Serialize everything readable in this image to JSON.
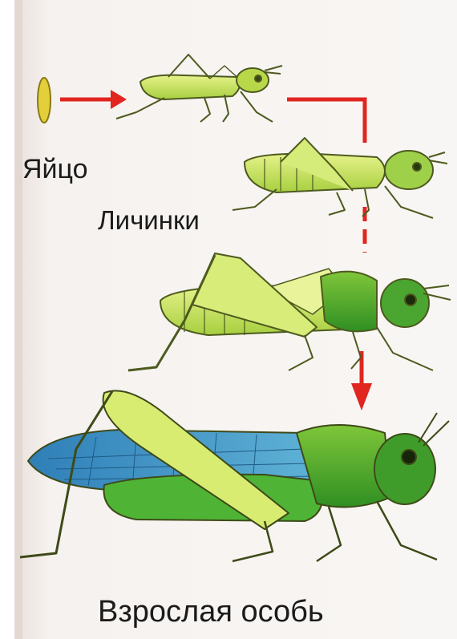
{
  "diagram": {
    "labels": {
      "egg": "Яйцо",
      "larvae": "Личинки",
      "adult": "Взрослая особь"
    },
    "colors": {
      "arrow": "#e0261f",
      "body": "#c9e45a",
      "body_dark": "#5fae2c",
      "wing": "#3d8fc4",
      "outline": "#4d5a1e",
      "paper": "#f4eeeb"
    },
    "stages": [
      "egg",
      "larva-1",
      "larva-2",
      "larva-3",
      "adult"
    ]
  }
}
